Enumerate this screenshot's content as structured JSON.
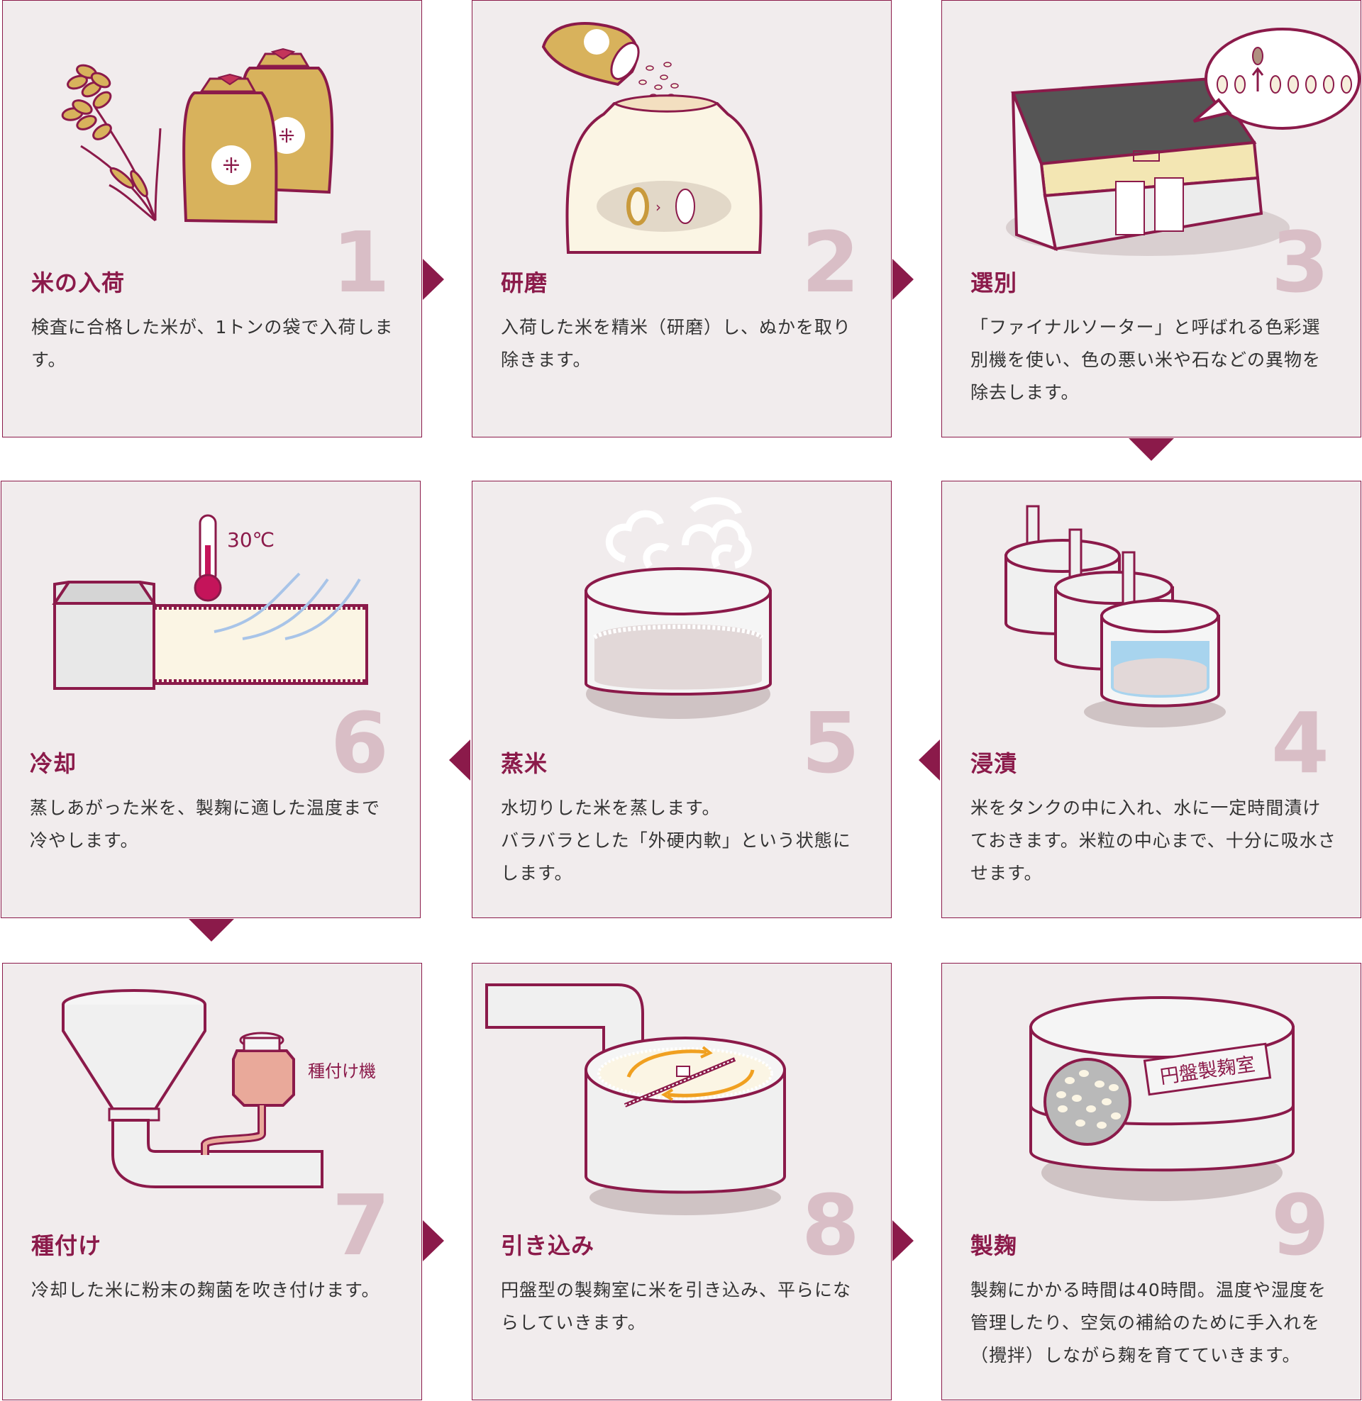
{
  "steps": [
    {
      "num": "1",
      "title": "米の入荷",
      "desc": "検査に合格した米が、1トンの袋で入荷します。"
    },
    {
      "num": "2",
      "title": "研磨",
      "desc": "入荷した米を精米（研磨）し、ぬかを取り除きます。"
    },
    {
      "num": "3",
      "title": "選別",
      "desc": "「ファイナルソーター」と呼ばれる色彩選別機を使い、色の悪い米や石などの異物を除去します。"
    },
    {
      "num": "4",
      "title": "浸漬",
      "desc": "米をタンクの中に入れ、水に一定時間漬けておきます。米粒の中心まで、十分に吸水させます。"
    },
    {
      "num": "5",
      "title": "蒸米",
      "desc_lines": [
        "水切りした米を蒸します。",
        "バラバラとした「外硬内軟」という状態にします。"
      ]
    },
    {
      "num": "6",
      "title": "冷却",
      "desc": "蒸しあがった米を、製麹に適した温度まで冷やします。"
    },
    {
      "num": "7",
      "title": "種付け",
      "desc": "冷却した米に粉末の麹菌を吹き付けます。"
    },
    {
      "num": "8",
      "title": "引き込み",
      "desc": "円盤型の製麹室に米を引き込み、平らにならしていきます。"
    },
    {
      "num": "9",
      "title": "製麹",
      "desc": "製麹にかかる時間は40時間。温度や湿度を管理したり、空気の補給のために手入れを（攪拌）しながら麹を育てていきます。"
    }
  ],
  "labels": {
    "temperature": "30℃",
    "seeder": "種付け機",
    "koji_room": "円盤製麹室"
  },
  "colors": {
    "accent": "#8b1a4a",
    "card_bg": "#f1eced",
    "number": "#d9bec6",
    "text": "#333333"
  }
}
